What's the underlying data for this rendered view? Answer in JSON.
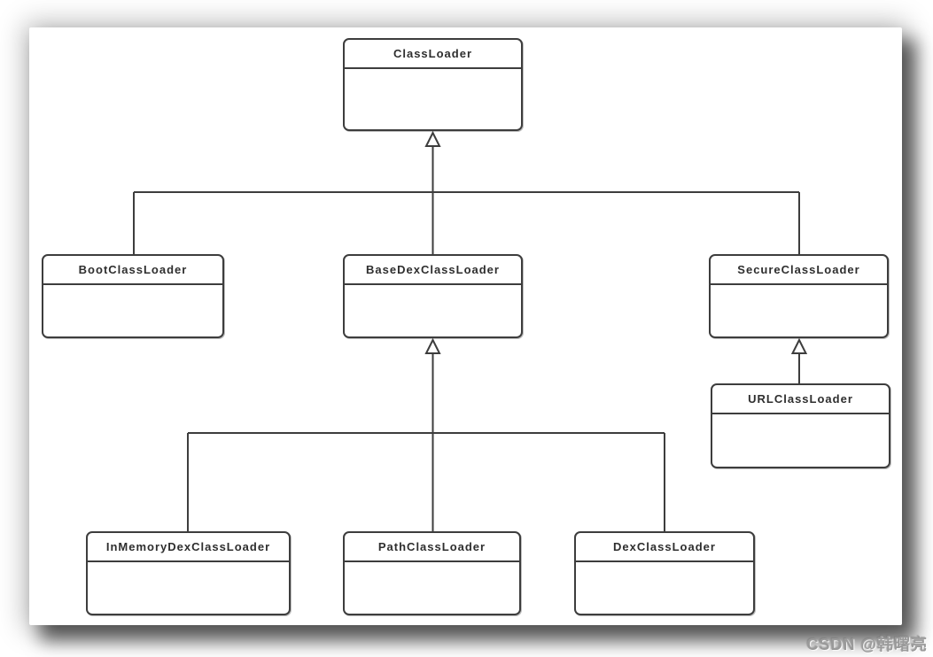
{
  "diagram": {
    "type": "uml-class-inheritance",
    "classes": [
      {
        "id": "ClassLoader",
        "name": "ClassLoader"
      },
      {
        "id": "BootClassLoader",
        "name": "BootClassLoader"
      },
      {
        "id": "BaseDexClassLoader",
        "name": "BaseDexClassLoader"
      },
      {
        "id": "SecureClassLoader",
        "name": "SecureClassLoader"
      },
      {
        "id": "URLClassLoader",
        "name": "URLClassLoader"
      },
      {
        "id": "InMemoryDexClassLoader",
        "name": "InMemoryDexClassLoader"
      },
      {
        "id": "PathClassLoader",
        "name": "PathClassLoader"
      },
      {
        "id": "DexClassLoader",
        "name": "DexClassLoader"
      }
    ],
    "edges": [
      {
        "child": "BootClassLoader",
        "parent": "ClassLoader",
        "relation": "extends"
      },
      {
        "child": "BaseDexClassLoader",
        "parent": "ClassLoader",
        "relation": "extends"
      },
      {
        "child": "SecureClassLoader",
        "parent": "ClassLoader",
        "relation": "extends"
      },
      {
        "child": "URLClassLoader",
        "parent": "SecureClassLoader",
        "relation": "extends"
      },
      {
        "child": "InMemoryDexClassLoader",
        "parent": "BaseDexClassLoader",
        "relation": "extends"
      },
      {
        "child": "PathClassLoader",
        "parent": "BaseDexClassLoader",
        "relation": "extends"
      },
      {
        "child": "DexClassLoader",
        "parent": "BaseDexClassLoader",
        "relation": "extends"
      }
    ]
  },
  "watermark": {
    "text": "CSDN @韩曙亮"
  },
  "colors": {
    "line": "#3d3d3d",
    "box_fill": "#ffffff",
    "title_text": "#2e2e2e",
    "watermark_text": "#9a9a9a",
    "background": "#ffffff"
  }
}
